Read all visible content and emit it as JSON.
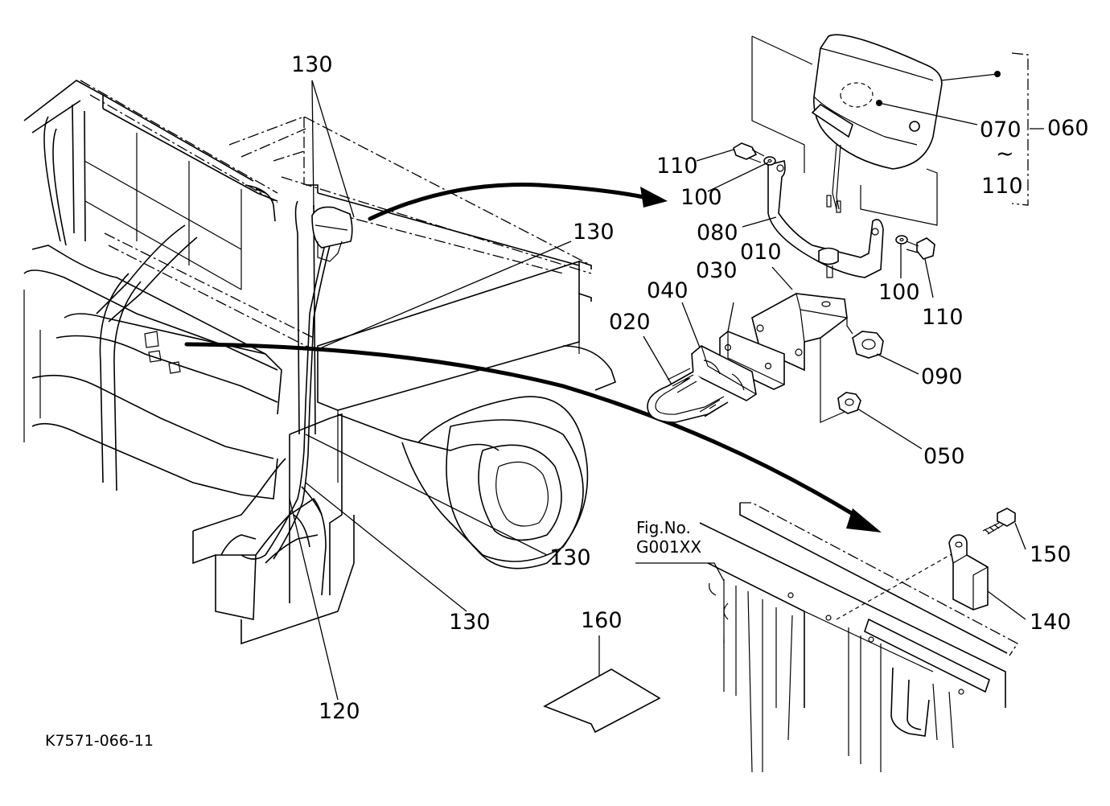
{
  "callouts": {
    "c130_top": "130",
    "c130_mid": "130",
    "c130_low1": "130",
    "c130_low2": "130",
    "c120": "120",
    "c160": "160",
    "c110_left": "110",
    "c100_left": "100",
    "c080": "080",
    "c010": "010",
    "c030": "030",
    "c040": "040",
    "c020": "020",
    "c070": "070",
    "c060": "060",
    "c110_range": "110",
    "c100_right": "100",
    "c110_right": "110",
    "c090": "090",
    "c050": "050",
    "c150": "150",
    "c140": "140",
    "range_symbol": "~"
  },
  "figure_ref": {
    "line1": "Fig.No.",
    "line2": "G001XX"
  },
  "drawing_code": "K7571-066-11"
}
